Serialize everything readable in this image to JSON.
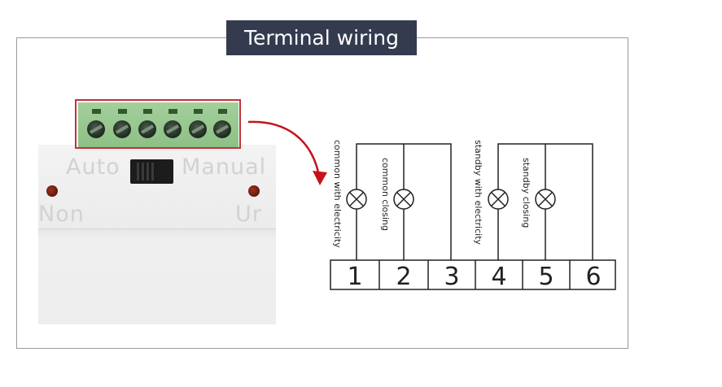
{
  "title": "Terminal wiring",
  "device": {
    "left_label": "Auto",
    "right_label": "Manual",
    "left_indicator_label": "Non",
    "right_indicator_label": "Ur"
  },
  "terminals": [
    "1",
    "2",
    "3",
    "4",
    "5",
    "6"
  ],
  "lamps": [
    {
      "label": "common with electricity"
    },
    {
      "label": "common closing"
    },
    {
      "label": "standby with electricity"
    },
    {
      "label": "standby closing"
    }
  ],
  "colors": {
    "banner": "#343b4f",
    "highlight_box": "#c2313c",
    "arrow": "#c8121a",
    "terminal_block": "#9ccb93"
  },
  "icons": [
    "lamp-icon",
    "arrow-icon"
  ]
}
